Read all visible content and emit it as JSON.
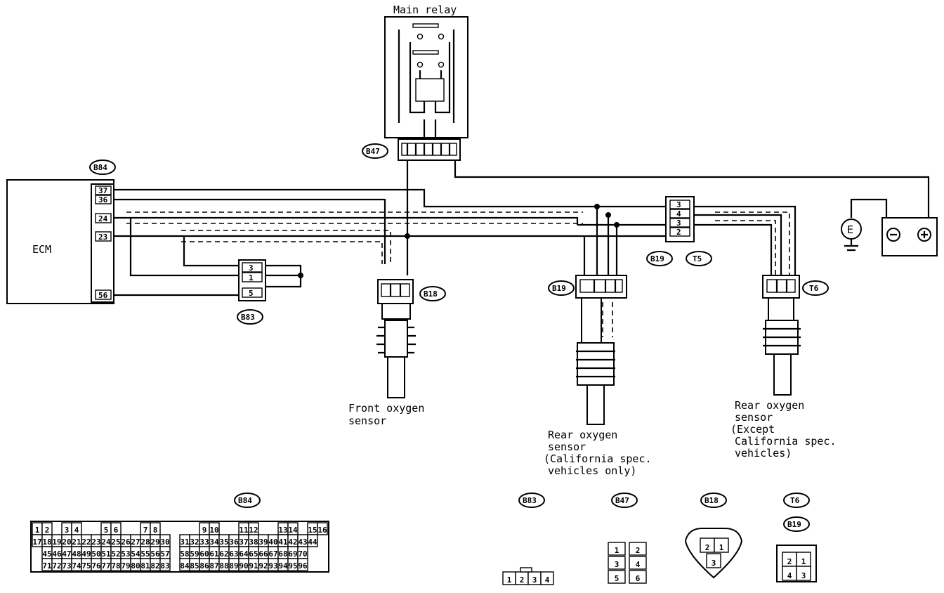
{
  "labels": {
    "main_relay": "Main relay",
    "ecm": "ECM",
    "front_o2_l1": "Front oxygen",
    "front_o2_l2": "sensor",
    "rear_cal_l1": "Rear oxygen",
    "rear_cal_l2": "sensor",
    "rear_cal_l3": "(California spec.",
    "rear_cal_l4": "vehicles only)",
    "rear_ex_l1": "Rear oxygen",
    "rear_ex_l2": "sensor",
    "rear_ex_l3": "(Except",
    "rear_ex_l4": "California spec.",
    "rear_ex_l5": "vehicles)",
    "ground_symbol": "E"
  },
  "connectors": {
    "b84": "B84",
    "b83": "B83",
    "b47": "B47",
    "b18": "B18",
    "b19": "B19",
    "t5": "T5",
    "t6": "T6"
  },
  "ecm_pins": [
    "37",
    "36",
    "24",
    "23",
    "56"
  ],
  "b83_pins": [
    "3",
    "1",
    "5"
  ],
  "t5_pins": [
    "3",
    "4",
    "3",
    "2"
  ],
  "views": {
    "b84": "B84",
    "b83": "B83",
    "b47": "B47",
    "b18": "B18",
    "t6": "T6",
    "b19": "B19"
  },
  "b84_rows": [
    [
      "1",
      "2",
      "",
      "3",
      "4",
      "",
      "",
      "5",
      "6",
      "",
      "",
      "7",
      "8",
      "",
      "",
      "",
      "",
      "9",
      "10",
      "",
      "",
      "11",
      "12",
      "",
      "",
      "13",
      "14",
      "",
      "15",
      "16"
    ],
    [
      "17",
      "18",
      "19",
      "20",
      "21",
      "22",
      "23",
      "24",
      "25",
      "26",
      "27",
      "28",
      "29",
      "30",
      "",
      "31",
      "32",
      "33",
      "34",
      "35",
      "36",
      "37",
      "38",
      "39",
      "40",
      "41",
      "42",
      "43",
      "44"
    ],
    [
      "",
      "45",
      "46",
      "47",
      "48",
      "49",
      "50",
      "51",
      "52",
      "53",
      "54",
      "55",
      "56",
      "57",
      "",
      "58",
      "59",
      "60",
      "61",
      "62",
      "63",
      "64",
      "65",
      "66",
      "67",
      "68",
      "69",
      "70",
      ""
    ],
    [
      "",
      "71",
      "72",
      "73",
      "74",
      "75",
      "76",
      "77",
      "78",
      "79",
      "80",
      "81",
      "82",
      "83",
      "",
      "84",
      "85",
      "86",
      "87",
      "88",
      "89",
      "90",
      "91",
      "92",
      "93",
      "94",
      "95",
      "96",
      ""
    ]
  ],
  "b83_view": [
    "1",
    "2",
    "3",
    "4"
  ],
  "b47_view": [
    "1",
    "2",
    "3",
    "4",
    "5",
    "6"
  ],
  "b18_view": [
    "2",
    "1",
    "3"
  ],
  "t6_view": [
    "2",
    "1",
    "4",
    "3"
  ]
}
